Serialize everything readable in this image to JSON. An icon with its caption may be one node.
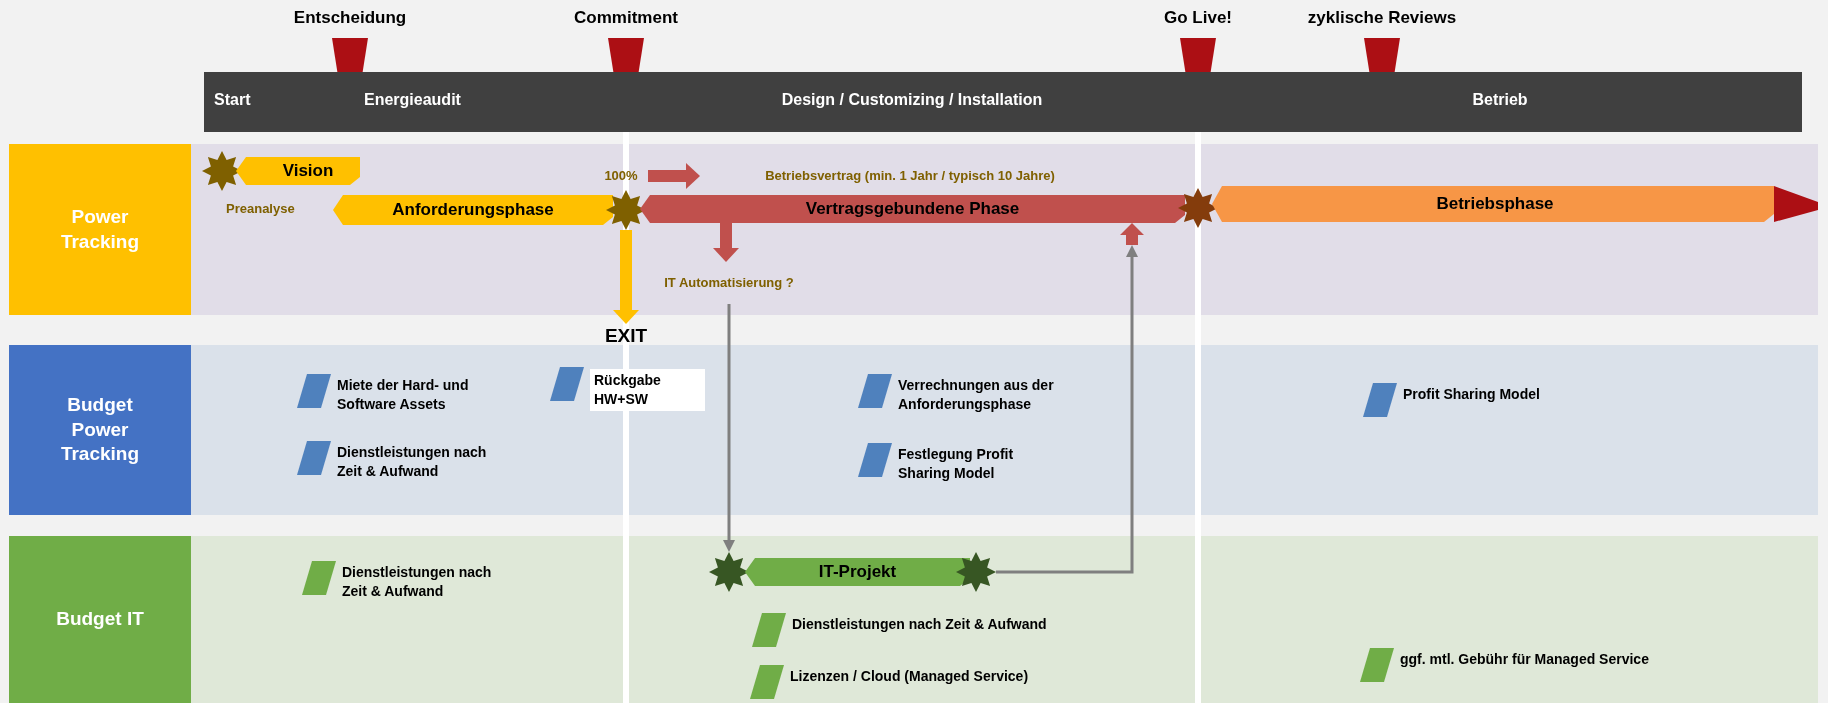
{
  "diagram": {
    "nodes": [
      {
        "text": [
          "Entscheidung"
        ]
      },
      {
        "text": [
          "Commitment"
        ]
      },
      {
        "text": [
          "Go Live!"
        ]
      },
      {
        "text": [
          "zyklische Reviews"
        ]
      },
      {
        "text": [
          "Start",
          "Energieaudit"
        ]
      },
      {
        "text": [
          "Design / Customizing / Installation"
        ]
      },
      {
        "text": [
          "Betrieb"
        ]
      },
      {
        "text": [
          "Power Tracking"
        ]
      },
      {
        "text": [
          "Budget Power Tracking"
        ]
      },
      {
        "text": [
          "Budget IT"
        ]
      },
      {
        "text": [],
        "shape": "star"
      },
      {
        "text": [
          "Vision"
        ]
      },
      {
        "text": [
          "Anforderungsphase"
        ]
      },
      {
        "text": [],
        "shape": "star"
      },
      {
        "text": [
          "Vertragsgebundene Phase"
        ]
      },
      {
        "text": [],
        "shape": "star"
      },
      {
        "text": [
          "Betriebsphase"
        ]
      },
      {
        "text": [
          "IT Automatisierung ?"
        ]
      },
      {
        "text": [
          "EXIT"
        ]
      },
      {
        "text": [],
        "shape": "star"
      },
      {
        "text": [
          "IT-Projekt"
        ]
      },
      {
        "text": [],
        "shape": "star"
      },
      {
        "text": [
          "100%"
        ]
      },
      {
        "text": [
          "Betriebsvertrag (min. 1 Jahr / typisch 10 Jahre)"
        ]
      }
    ],
    "edges": [
      {
        "from": 14,
        "to": 17,
        "arrow": "to",
        "color": "#c0504d"
      },
      {
        "from": 13,
        "to": 18,
        "arrow": "to",
        "color": "#ffc000"
      },
      {
        "from": 17,
        "to": 19,
        "arrow": "to"
      },
      {
        "from": 21,
        "to": 14,
        "arrow": "to"
      },
      {
        "from": 22,
        "to": 23,
        "arrow": "to",
        "color": "#c0504d"
      }
    ],
    "labels": [
      "Preanalyse",
      "Miete der Hard- und Software Assets",
      "Rückgabe HW+SW",
      "Verrechnungen aus der Anforderungsphase",
      "Profit Sharing Model",
      "Dienstleistungen nach Zeit & Aufwand",
      "Festlegung Profit Sharing Model",
      "Dienstleistungen nach Zeit & Aufwand",
      "Dienstleistungen nach Zeit & Aufwand",
      "Lizenzen / Cloud (Managed Service)",
      "ggf. mtl. Gebühr für Managed Service"
    ]
  }
}
